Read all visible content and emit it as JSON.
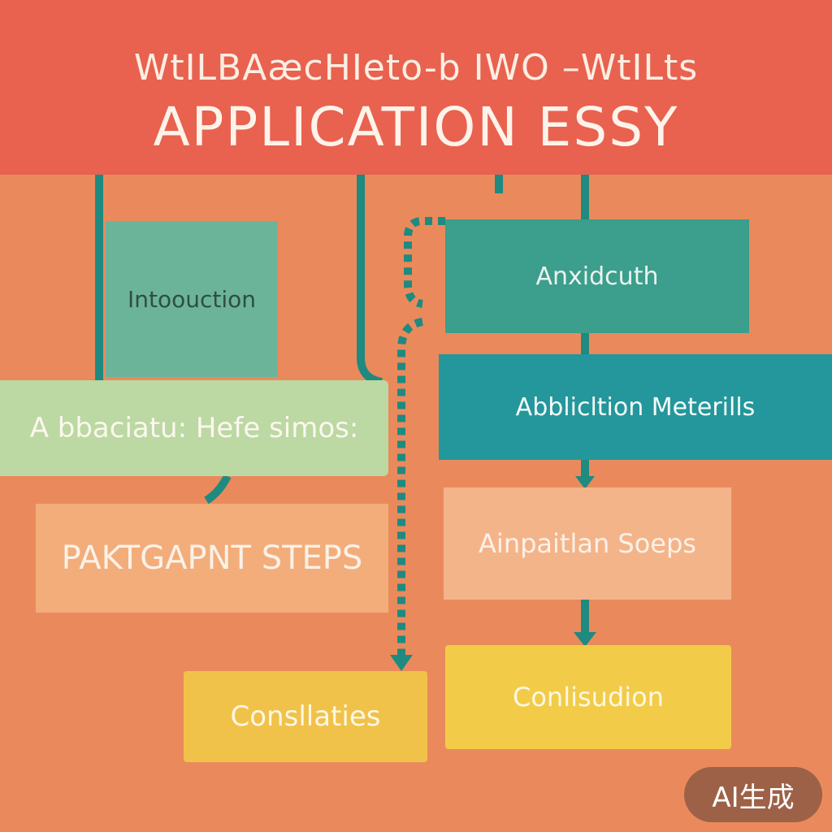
{
  "header": {
    "subtitle": "WtILBAæcHIeto-b IWO –WtILts",
    "title": "APPLICATION ESSY"
  },
  "boxes": {
    "introduction": "Intoouction",
    "left_band": "A bbaciatu: Hefe simos:",
    "important_steps": "PAKTGAPNT STEPS",
    "consultation": "Consllaties",
    "top_right": "Anxidcuth",
    "materials": "Abblicltion Meterills",
    "steps": "Ainpaitlan Soeps",
    "conclusion": "Conlisudion"
  },
  "watermark": "AI生成",
  "colors": {
    "background": "#ea8a5c",
    "header": "#e9614f",
    "connector": "#1f8a80"
  }
}
